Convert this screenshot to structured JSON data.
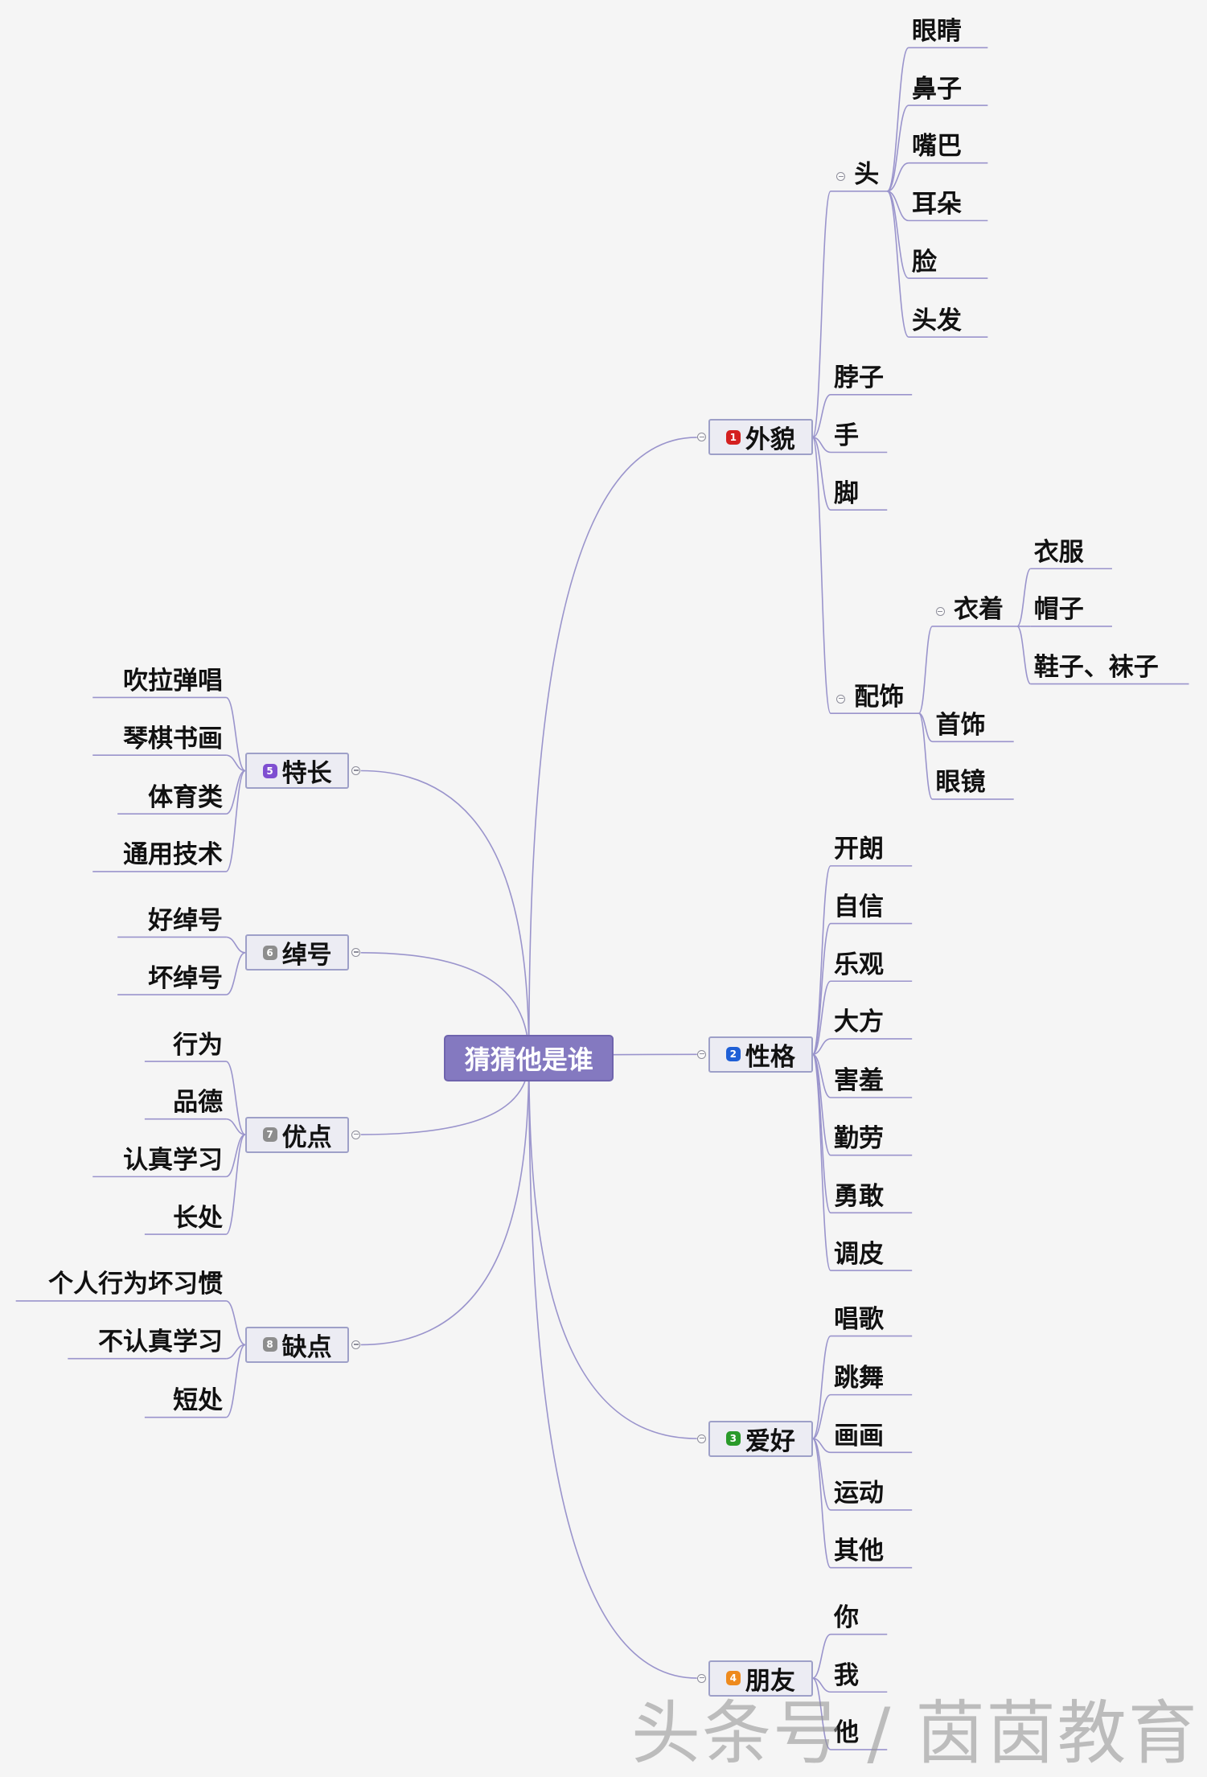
{
  "root": {
    "label": "猜猜他是谁"
  },
  "branches": [
    {
      "key": "appearance",
      "num": "1",
      "badge_color": "#d42020",
      "label": "外貌"
    },
    {
      "key": "personality",
      "num": "2",
      "badge_color": "#1f5fd6",
      "label": "性格"
    },
    {
      "key": "hobbies",
      "num": "3",
      "badge_color": "#2a9a2a",
      "label": "爱好"
    },
    {
      "key": "friends",
      "num": "4",
      "badge_color": "#ee8a1e",
      "label": "朋友"
    },
    {
      "key": "specialty",
      "num": "5",
      "badge_color": "#7f4fd1",
      "label": "特长"
    },
    {
      "key": "nickname",
      "num": "6",
      "badge_color": "#8d8d8d",
      "label": "绰号"
    },
    {
      "key": "strengths",
      "num": "7",
      "badge_color": "#8d8d8d",
      "label": "优点"
    },
    {
      "key": "weaknesses",
      "num": "8",
      "badge_color": "#8d8d8d",
      "label": "缺点"
    }
  ],
  "appearance": {
    "head": {
      "label": "头",
      "items": [
        "眼睛",
        "鼻子",
        "嘴巴",
        "耳朵",
        "脸",
        "头发"
      ]
    },
    "items": [
      "脖子",
      "手",
      "脚"
    ],
    "accessories": {
      "label": "配饰",
      "clothing": {
        "label": "衣着",
        "items": [
          "衣服",
          "帽子",
          "鞋子、袜子"
        ]
      },
      "items": [
        "首饰",
        "眼镜"
      ]
    }
  },
  "personality": {
    "items": [
      "开朗",
      "自信",
      "乐观",
      "大方",
      "害羞",
      "勤劳",
      "勇敢",
      "调皮"
    ]
  },
  "hobbies": {
    "items": [
      "唱歌",
      "跳舞",
      "画画",
      "运动",
      "其他"
    ]
  },
  "friends": {
    "items": [
      "你",
      "我",
      "他"
    ]
  },
  "specialty": {
    "items": [
      "吹拉弹唱",
      "琴棋书画",
      "体育类",
      "通用技术"
    ]
  },
  "nickname": {
    "items": [
      "好绰号",
      "坏绰号"
    ]
  },
  "strengths": {
    "items": [
      "行为",
      "品德",
      "认真学习",
      "长处"
    ]
  },
  "weaknesses": {
    "items": [
      "个人行为坏习惯",
      "不认真学习",
      "短处"
    ]
  },
  "watermark": {
    "text": "头条号 / 茵茵教育"
  }
}
